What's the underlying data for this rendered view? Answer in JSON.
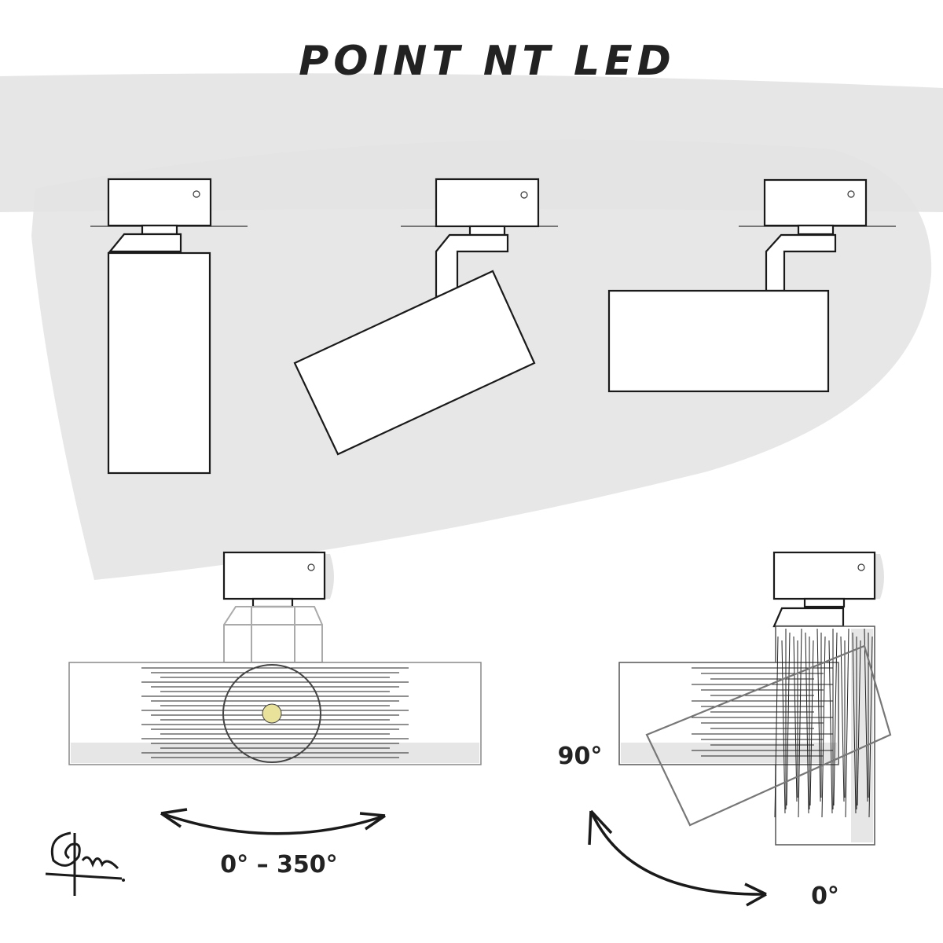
{
  "title": "POINT NT LED",
  "labels": {
    "rotation_range": "0° – 350°",
    "tilt_max": "90°",
    "tilt_min": "0°"
  },
  "signature": "Gm",
  "colors": {
    "background_shape": "#e8e8e8",
    "band": "#e3e3e3",
    "ink": "#1a1a1a",
    "led": "#e9e29a"
  }
}
